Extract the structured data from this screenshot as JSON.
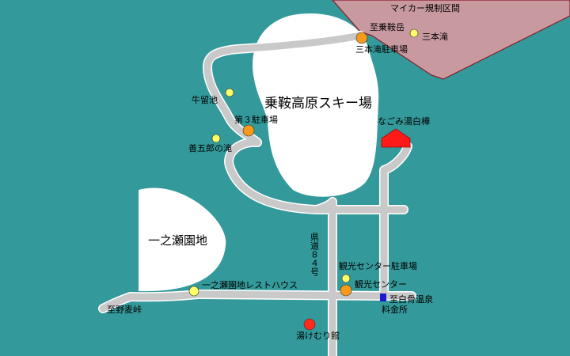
{
  "colors": {
    "background": "#33999a",
    "road_fill": "#c9c9c9",
    "road_edge": "#ffffff",
    "area_fill": "#ffffff",
    "restricted_area": "#c89aa0",
    "restricted_border": "#8a1a2a",
    "point_yellow": "#ffff66",
    "point_orange": "#f59a1a",
    "point_red": "#ff2a1a",
    "hotel_red": "#ff1a1a",
    "tollgate_blue": "#1a1acc"
  },
  "areas": {
    "ski_area": "乗鞍高原スキー場",
    "ichinose": "一之瀬園地",
    "restricted": "マイカー規制区間"
  },
  "points": {
    "to_norikura": "至乗鞍岳",
    "sanbon_falls": "三本滝",
    "sanbon_parking": "三本滝駐車場",
    "ushidome_pond": "牛留池",
    "parking_3": "第３駐車場",
    "zengoro_falls": "善五郎の滝",
    "nagomi_lodge": "なごみ湯白樺",
    "route_84": "県道８４号",
    "kanko_parking": "観光センター駐車場",
    "kanko_center": "観光センター",
    "ichinose_rest": "一之瀬園地レストハウス",
    "to_nomugi": "至野麦峠",
    "to_shirahone": "至白骨温泉",
    "tollgate": "料金所",
    "yukemuri": "湯けむり館"
  },
  "icons": {
    "yellow_point": "yellow-circle-icon",
    "orange_point": "orange-circle-icon",
    "red_point": "red-circle-icon",
    "hotel": "house-icon",
    "tollgate": "blue-square-icon"
  }
}
